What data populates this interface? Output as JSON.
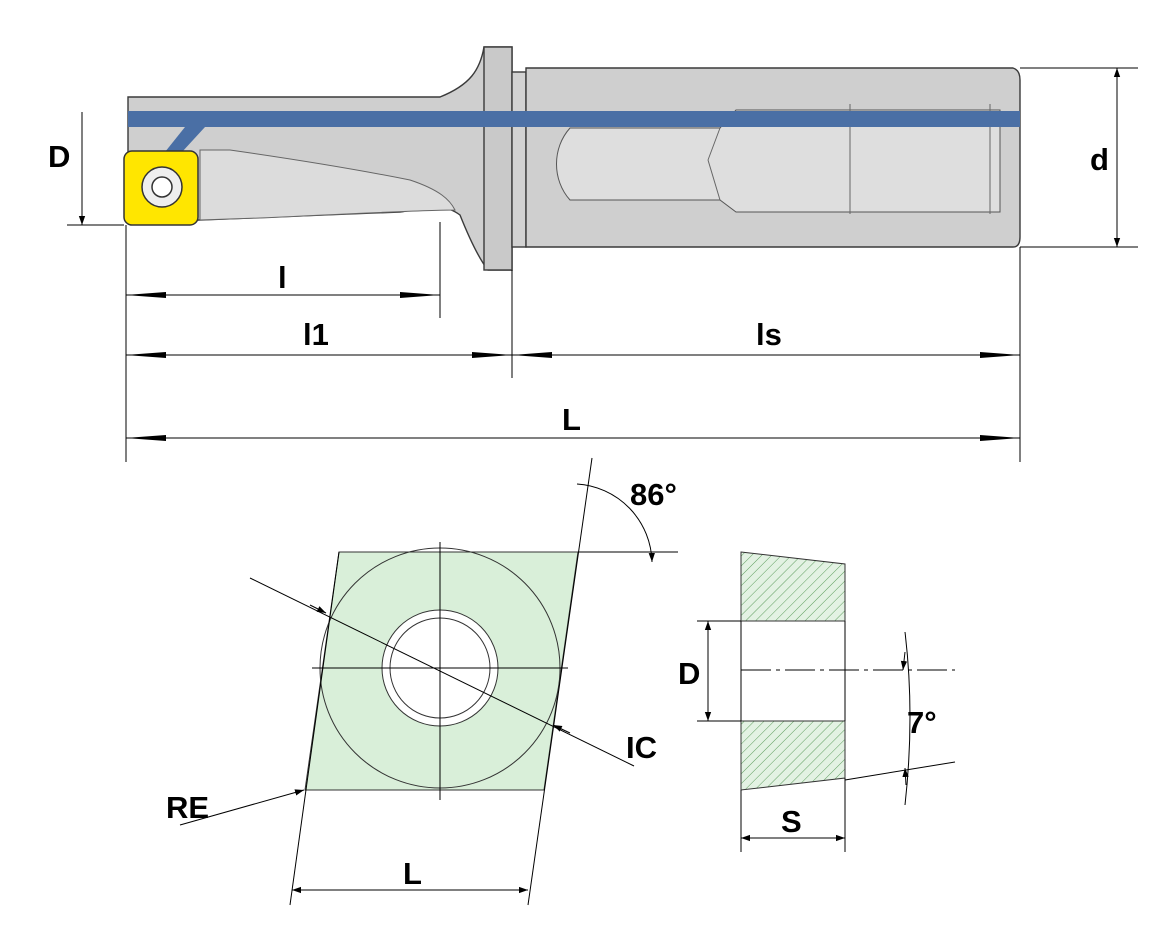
{
  "colors": {
    "body": "#cdcdcd",
    "body_light": "#e2e2e2",
    "coolant_channel": "#4a6fa5",
    "insert_yellow": "#ffe600",
    "insert_green": "#d9efd9",
    "hatch": "#6aa56a",
    "line": "#000000"
  },
  "tool": {
    "labels": {
      "D": "D",
      "d": "d",
      "l": "l",
      "l1": "l1",
      "ls": "ls",
      "L": "L"
    }
  },
  "insert": {
    "labels": {
      "angle": "86°",
      "IC": "IC",
      "RE": "RE",
      "L": "L"
    }
  },
  "section": {
    "labels": {
      "D": "D",
      "angle": "7°",
      "S": "S"
    }
  }
}
